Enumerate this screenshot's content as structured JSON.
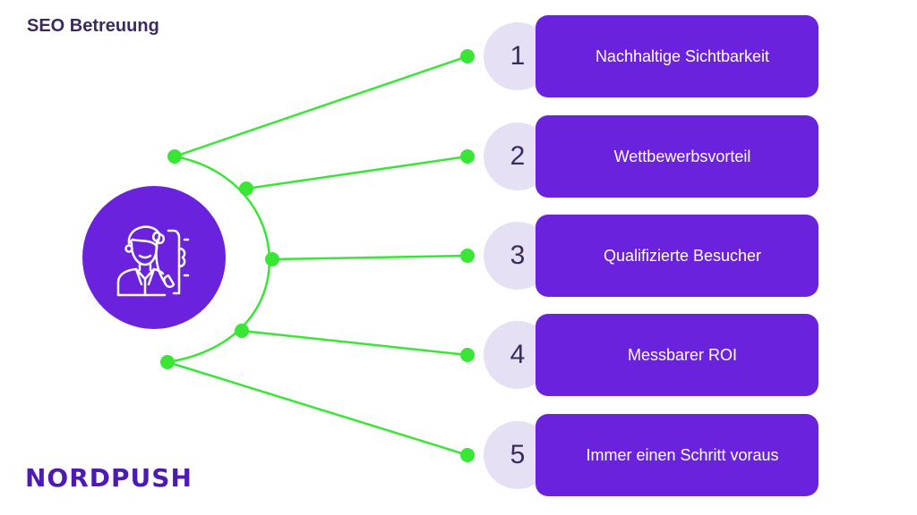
{
  "header": {
    "title": "SEO Betreuung"
  },
  "hub": {
    "icon": "support-agent-icon"
  },
  "items": [
    {
      "number": "1",
      "label": "Nachhaltige Sichtbarkeit"
    },
    {
      "number": "2",
      "label": "Wettbewerbsvorteil"
    },
    {
      "number": "3",
      "label": "Qualifizierte Besucher"
    },
    {
      "number": "4",
      "label": "Messbarer ROI"
    },
    {
      "number": "5",
      "label": "Immer einen Schritt voraus"
    }
  ],
  "footer": {
    "brand": "NORDPUSH"
  },
  "colors": {
    "accent": "#6b22dc",
    "connector": "#39e636",
    "number_bg": "#e6e0f4",
    "title": "#3b2a5e"
  }
}
